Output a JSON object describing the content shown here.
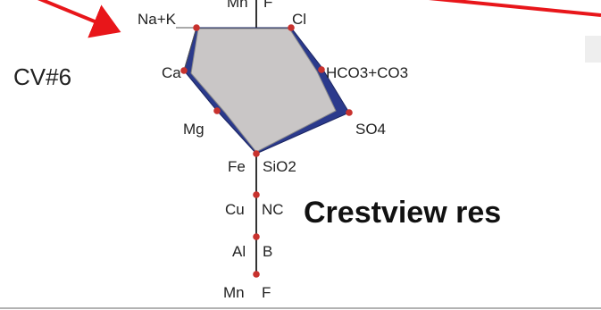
{
  "sample_id": "CV#6",
  "caption": "Crestview res",
  "axis_labels": {
    "top_left": "Mn",
    "top_right": "F",
    "na_k": "Na+K",
    "cl": "Cl",
    "ca": "Ca",
    "hco3": "HCO3+CO3",
    "mg": "Mg",
    "so4": "SO4",
    "fe": "Fe",
    "sio2": "SiO2",
    "cu": "Cu",
    "no3": "NC",
    "al": "Al",
    "b": "B",
    "mn": "Mn",
    "f": "F"
  },
  "colors": {
    "fill_outer": "#2b3a8c",
    "fill_inner": "#c9c6c6",
    "points": "#c8322e",
    "arrows": "#e8161a",
    "axis": "#333333"
  }
}
